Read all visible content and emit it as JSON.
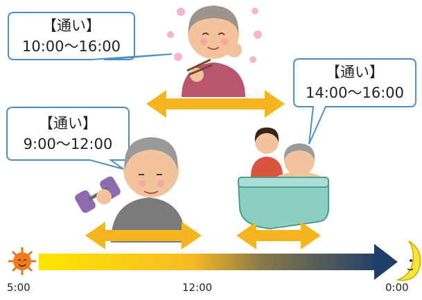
{
  "bubbles": {
    "left": {
      "label": "【通い】",
      "time": "9:00～12:00"
    },
    "top": {
      "label": "【通い】",
      "time": "10:00～16:00"
    },
    "right": {
      "label": "【通い】",
      "time": "14:00～16:00"
    }
  },
  "timeline": {
    "start": "5:00",
    "middle": "12:00",
    "end": "0:00"
  },
  "colors": {
    "arrow_orange": "#f5b51f",
    "timeline_start": "#ffe400",
    "timeline_end": "#1f3f6a",
    "bubble_border": "#4d8fc5"
  }
}
